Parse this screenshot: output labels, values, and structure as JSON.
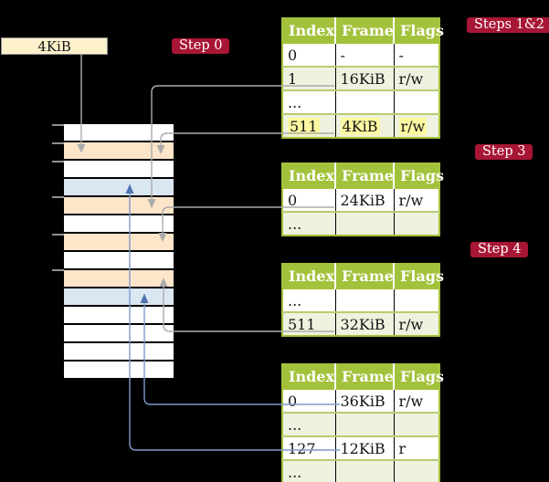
{
  "frame_box": {
    "label": "4KiB"
  },
  "badges": {
    "steps12": "Steps 1&2",
    "step0": "Step 0",
    "step3": "Step 3",
    "step4": "Step 4"
  },
  "tables": [
    {
      "id": "page-table-steps-1-2",
      "headers": [
        "Index",
        "Frame",
        "Flags"
      ],
      "rows": [
        {
          "cells": [
            "0",
            "-",
            "-"
          ]
        },
        {
          "cells": [
            "1",
            "16KiB",
            "r/w"
          ]
        },
        {
          "cells": [
            "...",
            "",
            ""
          ]
        },
        {
          "cells": [
            "511",
            "4KiB",
            "r/w"
          ],
          "highlight": true
        }
      ]
    },
    {
      "id": "page-table-step-3",
      "headers": [
        "Index",
        "Frame",
        "Flags"
      ],
      "rows": [
        {
          "cells": [
            "0",
            "24KiB",
            "r/w"
          ]
        },
        {
          "cells": [
            "...",
            "",
            ""
          ]
        }
      ]
    },
    {
      "id": "page-table-step-4",
      "headers": [
        "Index",
        "Frame",
        "Flags"
      ],
      "rows": [
        {
          "cells": [
            "...",
            "",
            ""
          ]
        },
        {
          "cells": [
            "511",
            "32KiB",
            "r/w"
          ]
        }
      ]
    },
    {
      "id": "page-table-final",
      "headers": [
        "Index",
        "Frame",
        "Flags"
      ],
      "rows": [
        {
          "cells": [
            "0",
            "36KiB",
            "r/w"
          ]
        },
        {
          "cells": [
            "...",
            "",
            ""
          ]
        },
        {
          "cells": [
            "127",
            "12KiB",
            "r"
          ]
        },
        {
          "cells": [
            "...",
            "",
            ""
          ]
        }
      ]
    }
  ],
  "memory": {
    "rows": [
      "free",
      "table",
      "free",
      "data",
      "table",
      "free",
      "table",
      "free",
      "table",
      "data",
      "free",
      "free",
      "free",
      "free"
    ]
  },
  "colors": {
    "green": "#a3c23c",
    "altgreen": "#eef2de",
    "rowline": "#b9cc70",
    "badge": "#a81635",
    "peach": "#fce5c9",
    "blue": "#dbe6f3",
    "cream": "#fdf2cc",
    "yellow": "#fdf8a2",
    "arrow-gray": "#ababab",
    "arrow-blue": "#7d9aca",
    "arrowhead-blue": "#4e74b0"
  }
}
